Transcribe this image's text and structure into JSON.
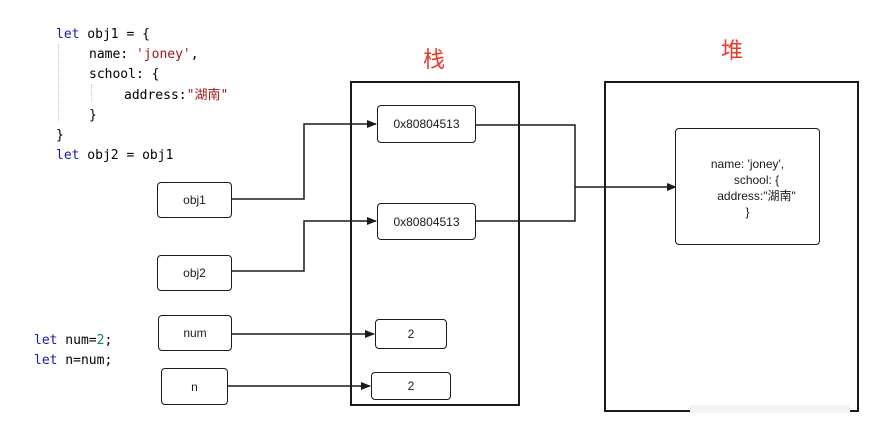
{
  "code_top": {
    "l1_kw": "let",
    "l1_rest": " obj1 = {",
    "l2_key": "name: ",
    "l2_str": "'joney'",
    "l2_tail": ",",
    "l3": "school: {",
    "l4_key": "address:",
    "l4_str": "\"湖南\"",
    "l5": "}",
    "l6": "}",
    "l7_kw": "let",
    "l7_rest": " obj2 = obj1"
  },
  "code_bottom": {
    "l1_kw": "let",
    "l1_mid": " num=",
    "l1_num": "2",
    "l1_end": ";",
    "l2_kw": "let",
    "l2_rest": " n=num;"
  },
  "labels": {
    "stack": "栈",
    "heap": "堆"
  },
  "vars": {
    "obj1": "obj1",
    "obj2": "obj2",
    "num": "num",
    "n": "n"
  },
  "stack_cells": {
    "obj1_ref": "0x80804513",
    "obj2_ref": "0x80804513",
    "num_val": "2",
    "n_val": "2"
  },
  "heap_object": {
    "line1": "name: 'joney',",
    "line2": "school: {",
    "line3": "address:\"湖南\"",
    "line4": "}"
  },
  "colors": {
    "label": "#e8392a",
    "keyword": "#1a1aa6",
    "string": "#a31515",
    "number": "#098658",
    "stroke": "#1a1a1a"
  }
}
